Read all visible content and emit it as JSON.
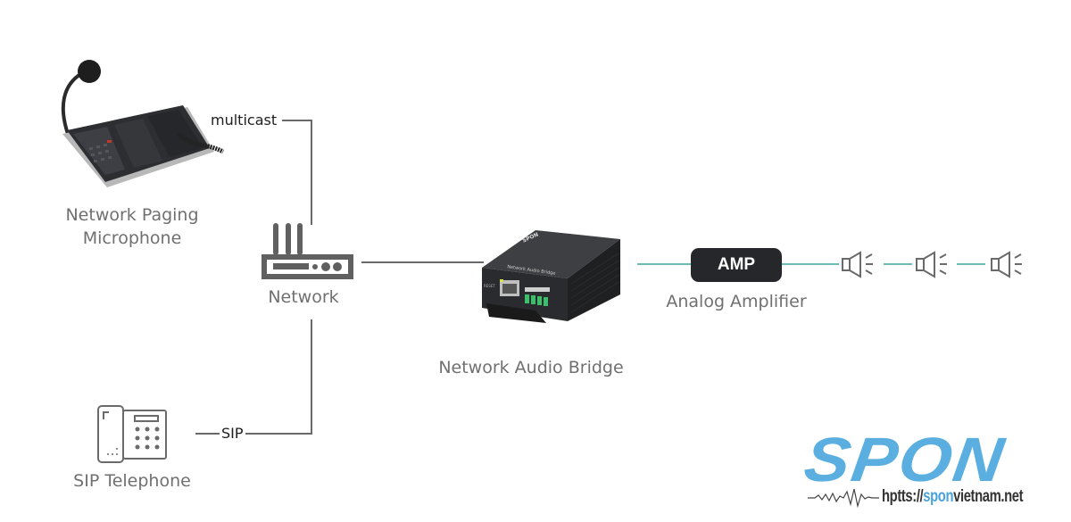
{
  "diagram": {
    "nodes": {
      "paging_mic": {
        "label_line1": "Network Paging",
        "label_line2": "Microphone",
        "icon": "paging-microphone-console"
      },
      "network": {
        "label": "Network",
        "icon": "router-icon"
      },
      "sip_phone": {
        "label": "SIP Telephone",
        "icon": "desk-telephone-icon"
      },
      "audio_bridge": {
        "label": "Network Audio Bridge",
        "icon": "audio-bridge-device",
        "device_brand": "SPON",
        "device_text": "Network Audio Bridge",
        "device_port_label": "RESET"
      },
      "amplifier": {
        "badge": "AMP",
        "label": "Analog Amplifier"
      },
      "speakers": [
        {
          "icon": "speaker-icon"
        },
        {
          "icon": "speaker-icon"
        },
        {
          "icon": "speaker-icon"
        }
      ]
    },
    "edges": {
      "mic_to_network": {
        "label": "multicast"
      },
      "phone_to_network": {
        "label": "SIP"
      },
      "network_to_bridge": {
        "label": ""
      },
      "bridge_to_amp": {
        "label": ""
      },
      "amp_to_speakers": {
        "label": ""
      }
    },
    "colors": {
      "wire": "#6a6a6a",
      "audio_wire": "#6fbcb6",
      "label_text": "#707070",
      "amp_fill": "#26272b",
      "logo_blue": "#5aafe0"
    }
  },
  "branding": {
    "logo": "SPON",
    "url_prefix": "hptts://",
    "url_highlight": "spon",
    "url_suffix": "vietnam.net"
  }
}
